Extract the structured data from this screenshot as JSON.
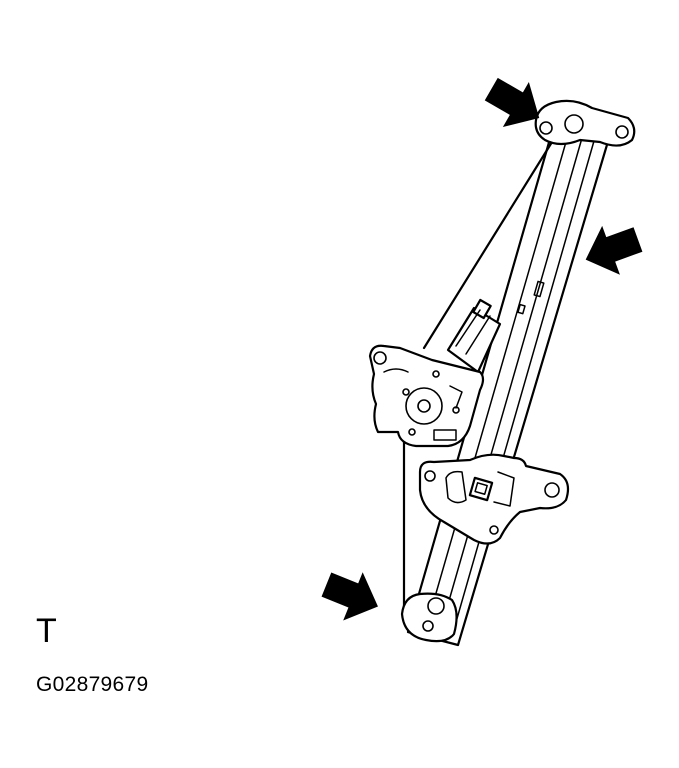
{
  "figure": {
    "view_letter": "T",
    "figure_id": "G02879679",
    "callout_arrows": 3,
    "colors": {
      "line": "#000000",
      "background": "#ffffff"
    }
  }
}
